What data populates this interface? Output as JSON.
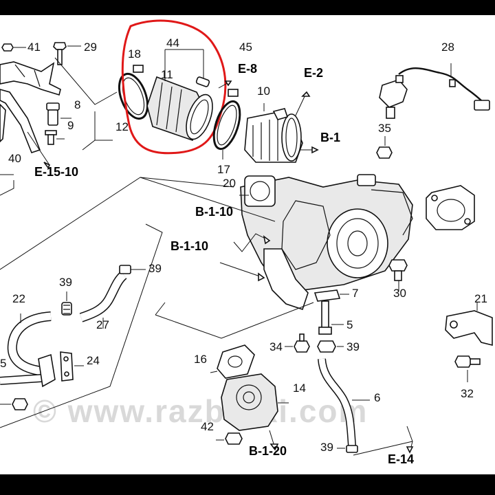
{
  "diagram": {
    "callouts": [
      {
        "id": "c41",
        "text": "41"
      },
      {
        "id": "c29",
        "text": "29"
      },
      {
        "id": "c18",
        "text": "18"
      },
      {
        "id": "c44",
        "text": "44"
      },
      {
        "id": "c11",
        "text": "11"
      },
      {
        "id": "c45",
        "text": "45"
      },
      {
        "id": "c28",
        "text": "28"
      },
      {
        "id": "c10",
        "text": "10"
      },
      {
        "id": "c8",
        "text": "8"
      },
      {
        "id": "c9",
        "text": "9"
      },
      {
        "id": "c12",
        "text": "12"
      },
      {
        "id": "c17",
        "text": "17"
      },
      {
        "id": "c35",
        "text": "35"
      },
      {
        "id": "c40",
        "text": "40"
      },
      {
        "id": "c20",
        "text": "20"
      },
      {
        "id": "c39a",
        "text": "39"
      },
      {
        "id": "c39b",
        "text": "39"
      },
      {
        "id": "c22",
        "text": "22"
      },
      {
        "id": "c27",
        "text": "27"
      },
      {
        "id": "c24",
        "text": "24"
      },
      {
        "id": "c7",
        "text": "7"
      },
      {
        "id": "c30",
        "text": "30"
      },
      {
        "id": "c21",
        "text": "21"
      },
      {
        "id": "c5",
        "text": "5"
      },
      {
        "id": "c34",
        "text": "34"
      },
      {
        "id": "c39c",
        "text": "39"
      },
      {
        "id": "c16",
        "text": "16"
      },
      {
        "id": "c14",
        "text": "14"
      },
      {
        "id": "c6",
        "text": "6"
      },
      {
        "id": "c32",
        "text": "32"
      },
      {
        "id": "c42",
        "text": "42"
      },
      {
        "id": "c39d",
        "text": "39"
      },
      {
        "id": "c25",
        "text": "5"
      }
    ],
    "references": [
      {
        "id": "rE8",
        "text": "E-8"
      },
      {
        "id": "rE2",
        "text": "E-2"
      },
      {
        "id": "rB1",
        "text": "B-1"
      },
      {
        "id": "rE1510",
        "text": "E-15-10"
      },
      {
        "id": "rB110a",
        "text": "B-1-10"
      },
      {
        "id": "rB110b",
        "text": "B-1-10"
      },
      {
        "id": "rB120",
        "text": "B-1-20"
      },
      {
        "id": "rE14",
        "text": "E-14"
      }
    ],
    "watermark": "© www.razborki.com",
    "highlight_color": "#e01818"
  }
}
